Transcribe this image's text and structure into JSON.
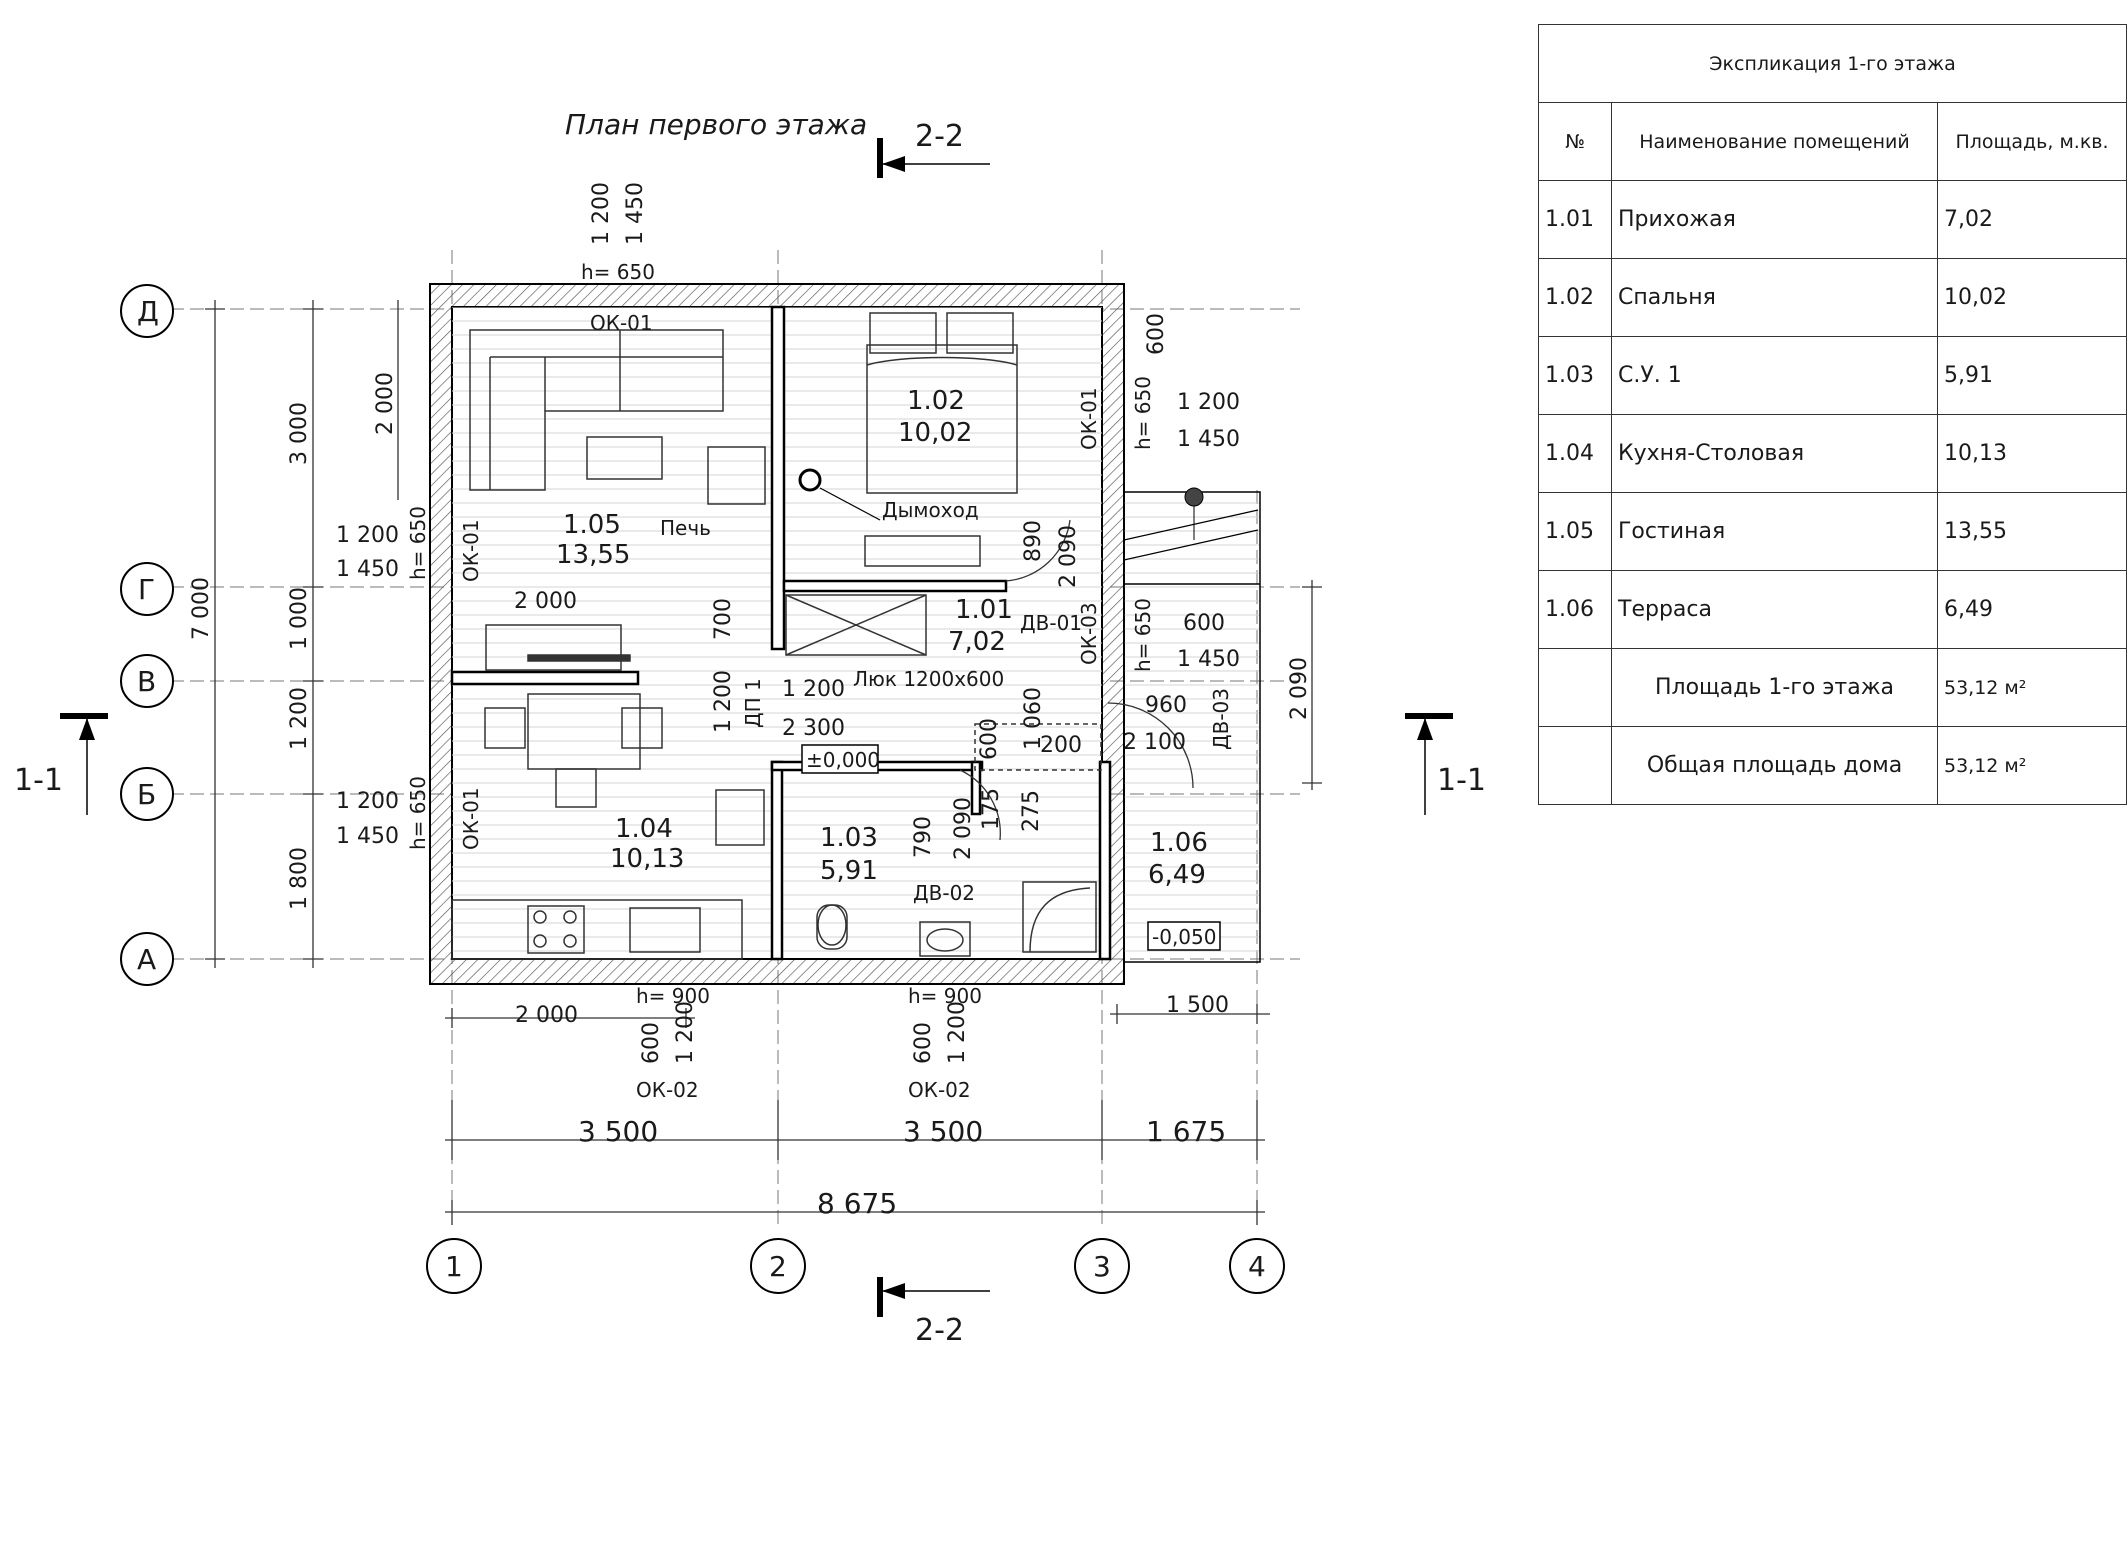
{
  "plan": {
    "title": "План первого этажа",
    "section_a": "1-1",
    "section_b": "2-2",
    "axes_letters": [
      "Д",
      "Г",
      "В",
      "Б",
      "А"
    ],
    "axes_numbers": [
      "1",
      "2",
      "3",
      "4"
    ],
    "rooms": [
      {
        "num": "1.05",
        "area": "13,55"
      },
      {
        "num": "1.02",
        "area": "10,02"
      },
      {
        "num": "1.01",
        "area": "7,02"
      },
      {
        "num": "1.04",
        "area": "10,13"
      },
      {
        "num": "1.03",
        "area": "5,91"
      },
      {
        "num": "1.06",
        "area": "6,49"
      }
    ],
    "labels": {
      "stove": "Печь",
      "chimney": "Дымоход",
      "hatch": "Люк 1200х600",
      "level_zero": "±0,000",
      "level_terrace": "-0,050",
      "ok01": "ОК-01",
      "ok02": "ОК-02",
      "ok03": "ОК-03",
      "dv01": "ДВ-01",
      "dv02": "ДВ-02",
      "dv03": "ДВ-03",
      "dp1": "ДП 1",
      "h650": "h= 650",
      "h900": "h= 900"
    },
    "dims": {
      "d1200": "1 200",
      "d1450": "1 450",
      "d2000": "2 000",
      "d3000": "3 000",
      "d1000": "1 000",
      "d7000": "7 000",
      "d1800": "1 800",
      "d600": "600",
      "d700": "700",
      "d890": "890",
      "d2090": "2 090",
      "d2300": "2 300",
      "d1060": "1 060",
      "d200": "200",
      "d960": "960",
      "d2100": "2 100",
      "d790": "790",
      "d175": "175",
      "d275": "275",
      "d1500": "1 500",
      "d3500": "3 500",
      "d1675": "1 675",
      "d8675": "8 675"
    }
  },
  "explication": {
    "title": "Экспликация 1-го этажа",
    "headers": [
      "№",
      "Наименование помещений",
      "Площадь, м.кв."
    ],
    "rows": [
      {
        "num": "1.01",
        "name": "Прихожая",
        "area": "7,02"
      },
      {
        "num": "1.02",
        "name": "Спальня",
        "area": "10,02"
      },
      {
        "num": "1.03",
        "name": "С.У. 1",
        "area": "5,91"
      },
      {
        "num": "1.04",
        "name": "Кухня-Столовая",
        "area": "10,13"
      },
      {
        "num": "1.05",
        "name": "Гостиная",
        "area": "13,55"
      },
      {
        "num": "1.06",
        "name": "Терраса",
        "area": "6,49"
      }
    ],
    "total_floor_label": "Площадь 1-го этажа",
    "total_floor_value": "53,12 м²",
    "total_house_label": "Общая площадь дома",
    "total_house_value": "53,12 м²"
  }
}
